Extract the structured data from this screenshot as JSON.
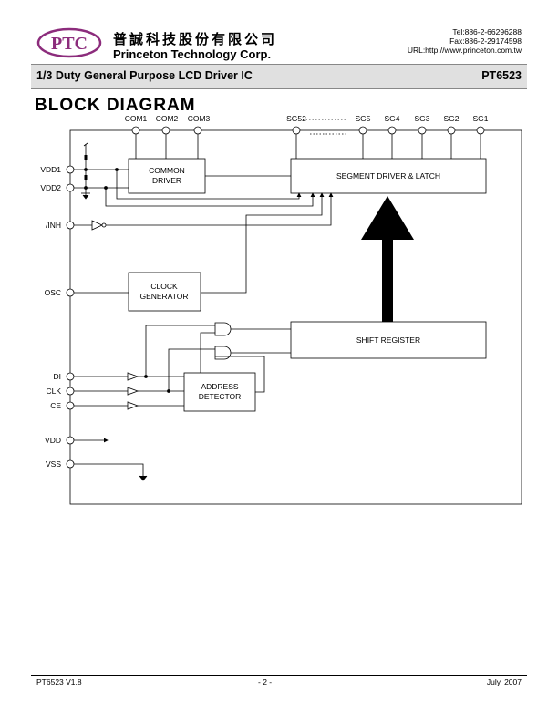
{
  "header": {
    "logo_text": "PTC",
    "company_chinese": "普誠科技股份有限公司",
    "company_english": "Princeton Technology Corp.",
    "tel": "Tel:886-2-66296288",
    "fax": "Fax:886-2-29174598",
    "url": "URL:http://www.princeton.com.tw",
    "doc_title": "1/3 Duty General Purpose LCD Driver IC",
    "part_number": "PT6523"
  },
  "section_title": "BLOCK DIAGRAM",
  "diagram": {
    "com_pins": [
      "COM1",
      "COM2",
      "COM3"
    ],
    "seg_pins": [
      "SG52",
      "SG5",
      "SG4",
      "SG3",
      "SG2",
      "SG1"
    ],
    "left_pins": [
      "VDD1",
      "VDD2",
      "/INH",
      "OSC",
      "DI",
      "CLK",
      "CE",
      "VDD",
      "VSS"
    ],
    "blocks": {
      "common_driver": [
        "COMMON",
        "DRIVER"
      ],
      "segment_driver": "SEGMENT DRIVER & LATCH",
      "clock_generator": [
        "CLOCK",
        "GENERATOR"
      ],
      "shift_register": "SHIFT REGISTER",
      "address_detector": [
        "ADDRESS",
        "DETECTOR"
      ]
    }
  },
  "footer": {
    "version": "PT6523 V1.8",
    "page": "- 2 -",
    "date": "July, 2007"
  }
}
